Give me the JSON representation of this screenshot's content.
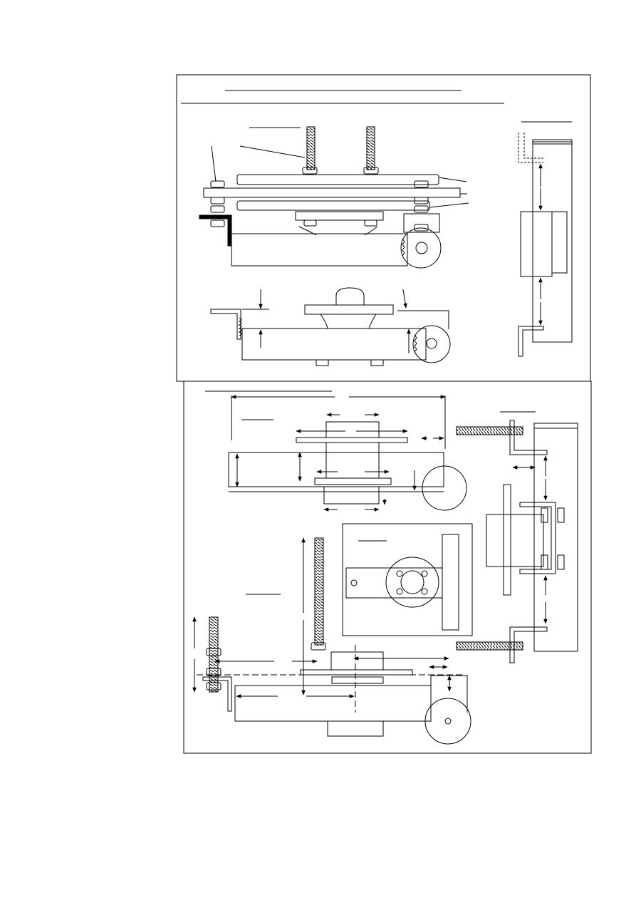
{
  "document": {
    "kind": "mechanical assembly drawing",
    "colors": {
      "line": "#000000",
      "paper": "#ffffff"
    }
  },
  "upper_panel": {
    "views": [
      "side-view",
      "cross-section",
      "end-view"
    ]
  },
  "lower_panel": {
    "views": [
      "dimensioned-side-view",
      "dimensioned-end-view",
      "plan-detail",
      "lower-side-view"
    ]
  }
}
